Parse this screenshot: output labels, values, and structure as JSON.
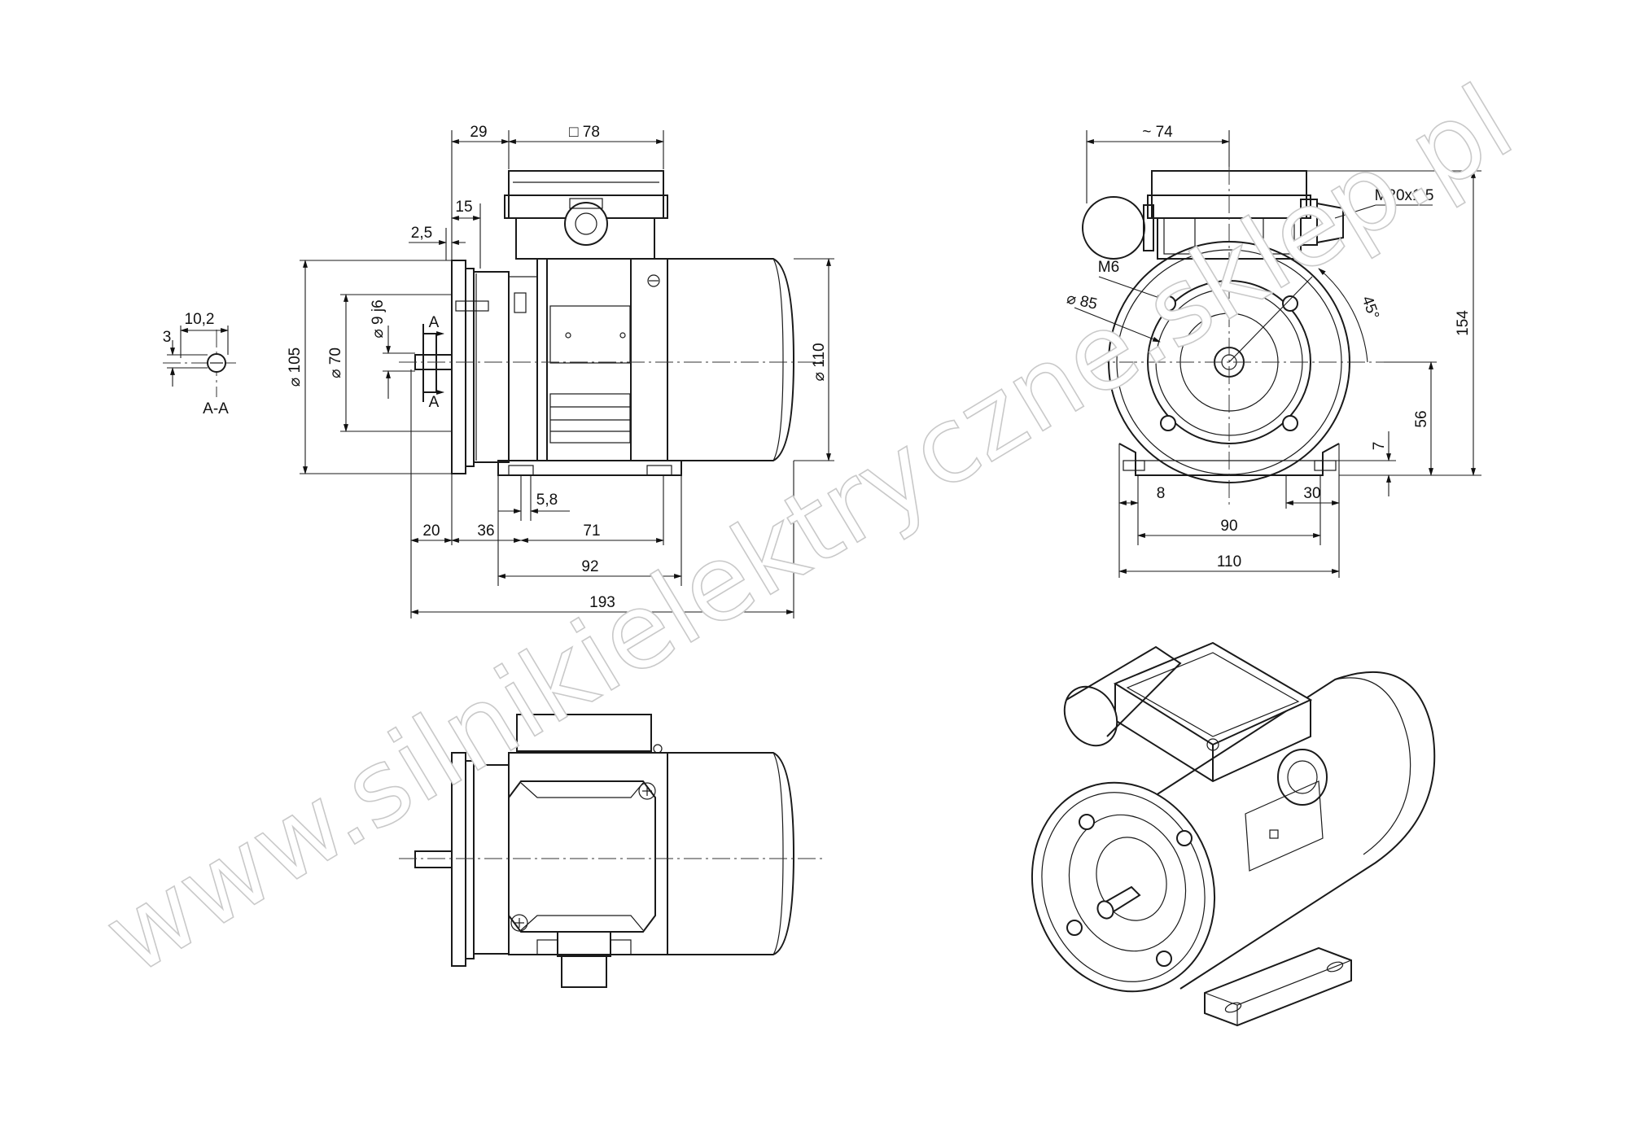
{
  "watermark": "www.silnikielektryczne.sklep.pl",
  "section_label": "A-A",
  "section_marker": "A",
  "section_dims": {
    "key_width": "10,2",
    "key_height": "3"
  },
  "side_view": {
    "top_dims": [
      "29",
      "□ 78",
      "15",
      "2,5"
    ],
    "diameters": [
      "⌀ 105",
      "⌀ 70",
      "⌀ 9 j6",
      "⌀ 110"
    ],
    "bottom_dims": [
      "5,8",
      "20",
      "36",
      "71",
      "92",
      "193"
    ]
  },
  "front_view": {
    "labels": [
      "~ 74",
      "M20x1,5",
      "M6",
      "⌀ 85",
      "45°"
    ],
    "right_dims": [
      "154",
      "56",
      "7"
    ],
    "bottom_dims": [
      "8",
      "30",
      "90",
      "110"
    ]
  }
}
